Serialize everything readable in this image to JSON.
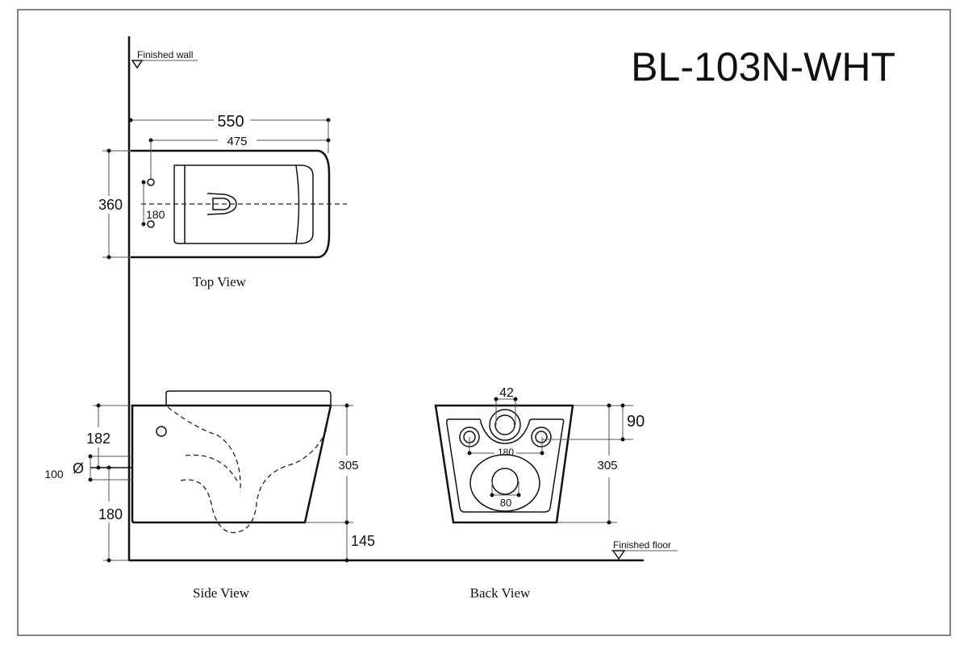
{
  "title": "BL-103N-WHT",
  "labels": {
    "finished_wall": "Finished wall",
    "finished_floor": "Finished floor",
    "top_view": "Top View",
    "side_view": "Side View",
    "back_view": "Back View"
  },
  "top_view_dims": {
    "overall_length": "550",
    "fixing_length": "475",
    "width": "360",
    "bolt_spacing": "180"
  },
  "side_view_dims": {
    "height": "305",
    "floor_clearance": "145",
    "top_to_outlet": "182",
    "outlet_diameter": "100",
    "outlet_height": "180",
    "diameter_symbol": "Ø"
  },
  "back_view_dims": {
    "inlet_width": "42",
    "inlet_offset": "90",
    "bolt_spacing": "180",
    "height": "305",
    "outlet_width": "80"
  }
}
